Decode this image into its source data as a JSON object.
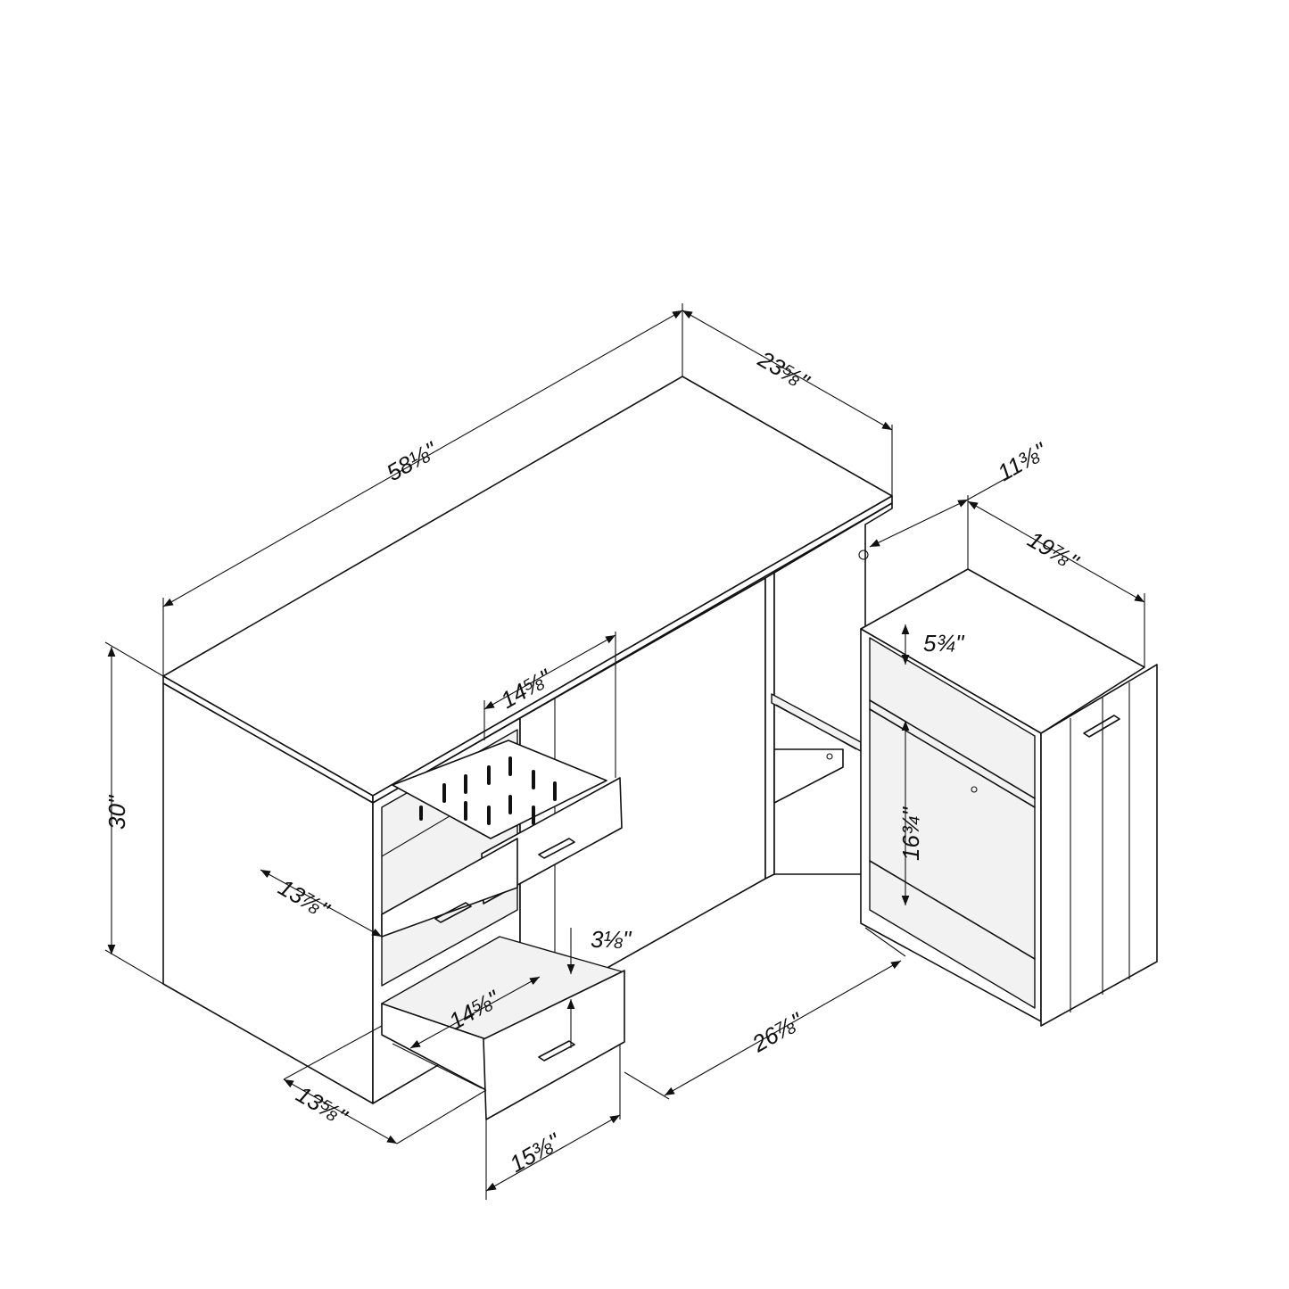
{
  "dimensions": {
    "desk_width": "58⅛\"",
    "desk_depth": "23⅝\"",
    "desk_height": "30\"",
    "open_drawer_width": "14⅝\"",
    "side_drawer_depth": "13⅞\"",
    "bottom_drawer_inner_width": "14⅝\"",
    "bottom_drawer_height": "3⅛\"",
    "drawer_depth": "13⅝\"",
    "drawer_front_width": "15⅜\"",
    "kneespace_width": "26⅞\"",
    "cabinet_width": "11⅜\"",
    "cabinet_depth": "19⅞\"",
    "cabinet_top_height": "5¾\"",
    "cabinet_bottom_height": "16¾\""
  }
}
